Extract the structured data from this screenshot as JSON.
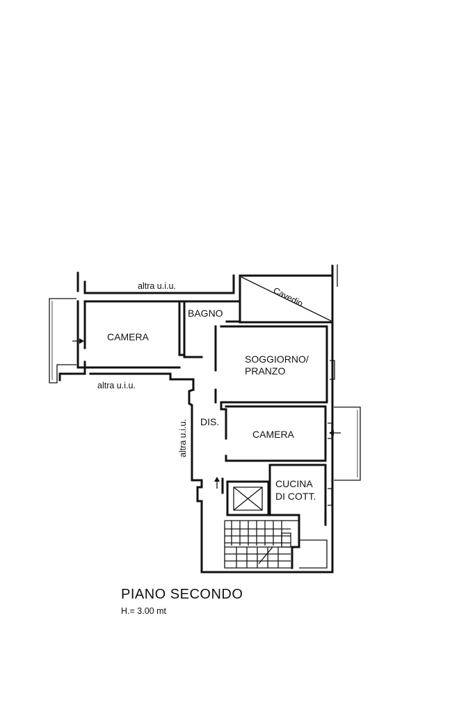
{
  "rooms": {
    "camera_1": "CAMERA",
    "bagno": "BAGNO",
    "soggiorno_line1": "SOGGIORNO/",
    "soggiorno_line2": "PRANZO",
    "dis": "DIS.",
    "camera_2": "CAMERA",
    "cucina_line1": "CUCINA",
    "cucina_line2": "DI COTT.",
    "cavedio": "Cavedio"
  },
  "neighbours": {
    "top": "altra u.i.u.",
    "left": "altra u.i.u.",
    "vertical": "altra u.i.u."
  },
  "caption": {
    "title": "PIANO  SECONDO",
    "height": "H.= 3.00 mt"
  }
}
